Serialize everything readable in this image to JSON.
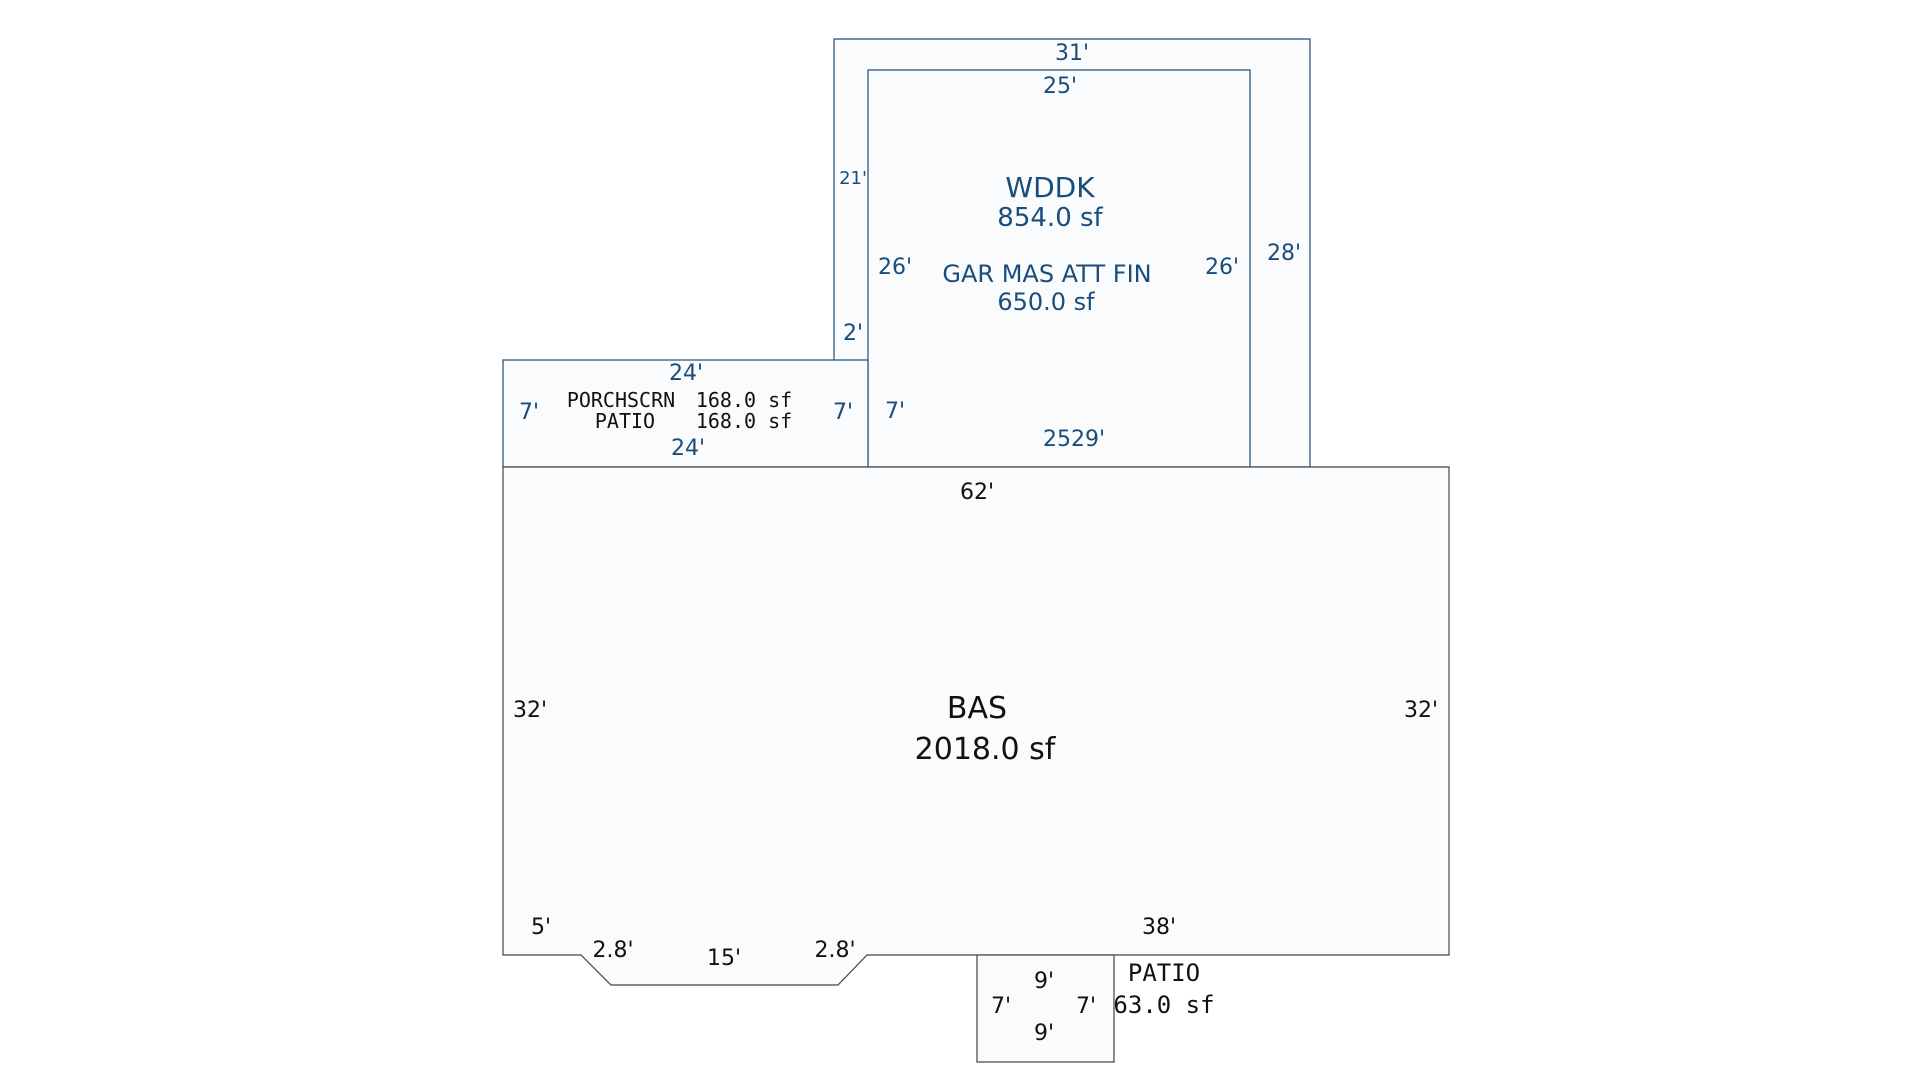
{
  "areas": {
    "wddk": {
      "code": "WDDK",
      "area": "854.0 sf"
    },
    "garage": {
      "code": "GAR MAS ATT FIN",
      "area": "650.0 sf"
    },
    "porch": {
      "code1": "PORCHSCRN",
      "area1": "168.0 sf",
      "code2": "PATIO",
      "area2": "168.0 sf"
    },
    "bas": {
      "code": "BAS",
      "area": "2018.0 sf"
    },
    "patio": {
      "code": "PATIO",
      "area": "63.0 sf"
    }
  },
  "dimensions": {
    "wddk_top": "31'",
    "wddk_left": "21'",
    "wddk_left_lower": "2'",
    "wddk_right": "28'",
    "gar_top": "25'",
    "gar_left": "26'",
    "gar_right": "26'",
    "gar_left_lower": "7'",
    "gar_bottom": "2529'",
    "porch_top": "24'",
    "porch_bottom": "24'",
    "porch_left": "7'",
    "porch_right": "7'",
    "bas_top": "62'",
    "bas_left": "32'",
    "bas_right": "32'",
    "bas_bottom_left": "5'",
    "bay_left": "2.8'",
    "bay_bottom": "15'",
    "bay_right": "2.8'",
    "bas_bottom_right": "38'",
    "patio_top": "9'",
    "patio_bottom": "9'",
    "patio_left": "7'",
    "patio_right": "7'"
  },
  "colors": {
    "outline_blue": "#1a4d7a",
    "outline_dark": "#444444",
    "fill": "#fafbfd"
  }
}
